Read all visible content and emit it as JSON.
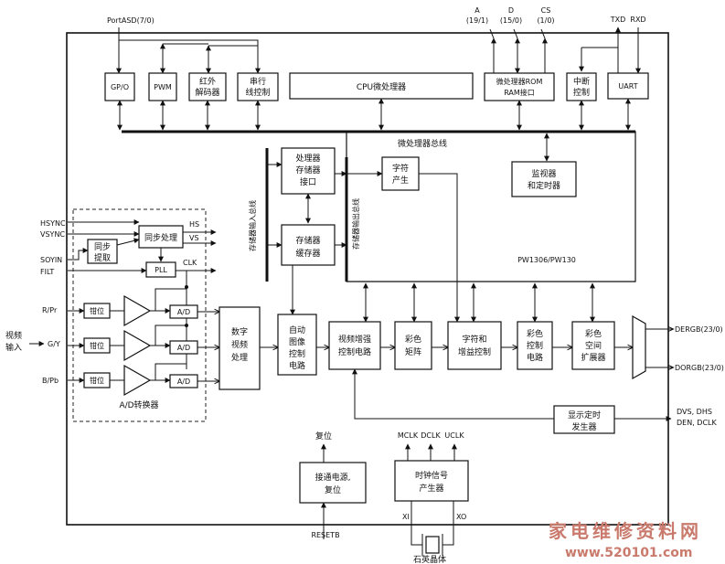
{
  "labels": {
    "port_asd": "PortASD(7/0)",
    "addr_a": "A",
    "addr_a_bits": "(19/1)",
    "addr_d": "D",
    "addr_d_bits": "(15/0)",
    "addr_cs": "CS",
    "addr_cs_bits": "(1/0)",
    "txd": "TXD",
    "rxd": "RXD",
    "gpio": "GP/O",
    "pwm": "PWM",
    "ir_1": "红外",
    "ir_2": "解码器",
    "serial_1": "串行",
    "serial_2": "线控制",
    "cpu": "CPU微处理器",
    "rom_1": "微处理器ROM",
    "rom_2": "RAM接口",
    "int_1": "中断",
    "int_2": "控制",
    "uart": "UART",
    "micro_bus": "微处理器总线",
    "mem_if_1": "处理器",
    "mem_if_2": "存储器",
    "mem_if_3": "接口",
    "char_1": "字符",
    "char_2": "产生",
    "monitor_1": "监视器",
    "monitor_2": "和定时器",
    "mem_in_bus": "存储器输入总线",
    "mem_out_bus": "存储器输出总线",
    "buf_1": "存储器",
    "buf_2": "缓存器",
    "chip": "PW1306/PW130",
    "hsync": "HSYNC",
    "vsync": "VSYNC",
    "soyin": "SOYIN",
    "filt": "FILT",
    "sync_proc": "同步处理",
    "sync_1": "同步",
    "sync_2": "提取",
    "hs": "HS",
    "vs": "VS",
    "pll": "PLL",
    "clk": "CLK",
    "rpr": "R/Pr",
    "gy": "G/Y",
    "bpb": "B/Pb",
    "video_in_1": "视频",
    "video_in_2": "输入",
    "clamp": "钳位",
    "ad": "A/D",
    "ad_conv": "A/D转换器",
    "dvp_1": "数字",
    "dvp_2": "视频",
    "dvp_3": "处理",
    "auto_1": "自动",
    "auto_2": "图像",
    "auto_3": "控制",
    "auto_4": "电路",
    "enh_1": "视频增强",
    "enh_2": "控制电路",
    "matrix_1": "彩色",
    "matrix_2": "矩阵",
    "overlay_1": "字符和",
    "overlay_2": "增益控制",
    "colorctl_1": "彩色",
    "colorctl_2": "控制",
    "colorctl_3": "电路",
    "space_1": "彩色",
    "space_2": "空间",
    "space_3": "扩展器",
    "dergb": "DERGB(23/0)",
    "dorgb": "DORGB(23/0)",
    "timing_1": "显示定时",
    "timing_2": "发生器",
    "dvs_1": "DVS, DHS",
    "dvs_2": "DEN, DCLK",
    "reset_out": "复位",
    "power_1": "接通电源,",
    "power_2": "复位",
    "resetb": "RESETB",
    "mclk": "MCLK",
    "dclk": "DCLK",
    "uclk": "UCLK",
    "clkgen_1": "时钟信号",
    "clkgen_2": "产生器",
    "xi": "XI",
    "xo": "XO",
    "crystal": "石英晶体",
    "watermark": "家电维修资料网",
    "watermark_url": "www.520101.com"
  }
}
